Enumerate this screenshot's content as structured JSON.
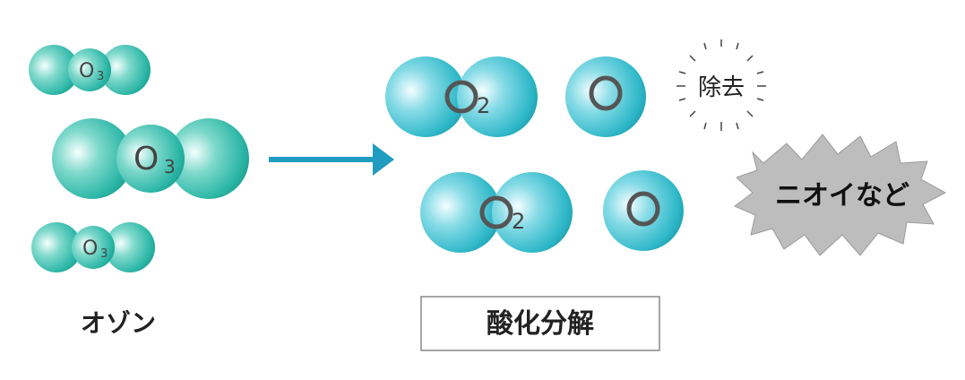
{
  "ozone": {
    "symbol": "O",
    "subscript": "3",
    "label": "オゾン"
  },
  "decomposition": {
    "o2_symbol": "O",
    "o2_subscript": "2",
    "o_symbol": "O",
    "label": "酸化分解"
  },
  "removal": {
    "label": "除去"
  },
  "odor": {
    "label": "ニオイなど"
  },
  "colors": {
    "ozone_sphere": "#2bb6a6",
    "oxygen_sphere": "#2fb8c9",
    "arrow": "#1f9cc0",
    "odor_shape": "#bdbdbd",
    "text": "#222222",
    "symbol_ring": "#555555"
  }
}
